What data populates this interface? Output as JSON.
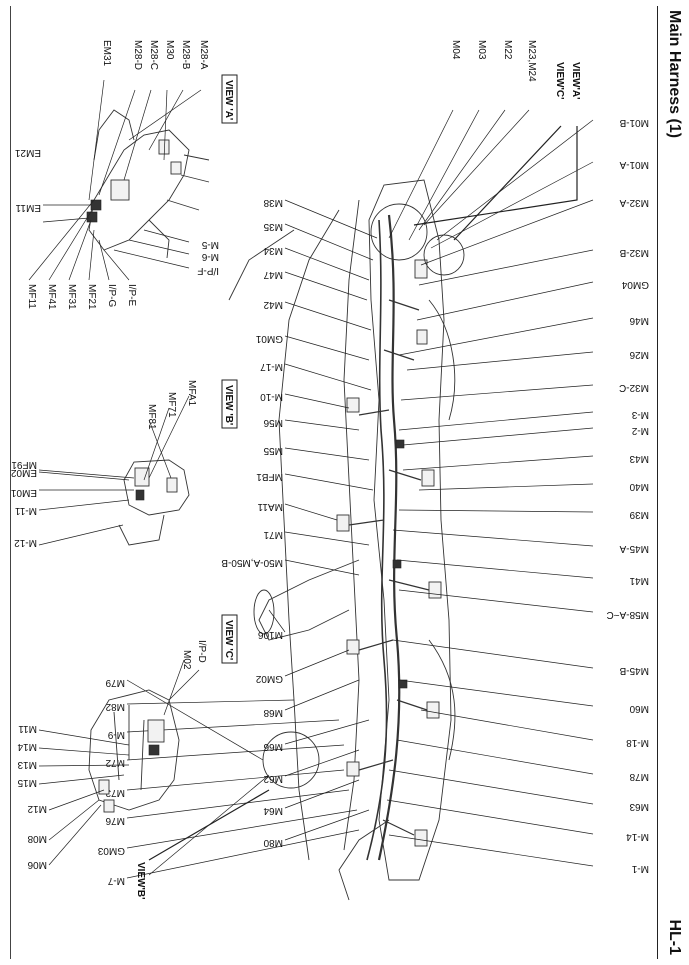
{
  "header": {
    "title": "Main Harness (1)",
    "code": "HL-1"
  },
  "view_boxes": {
    "view_a": "VIEW 'A'",
    "view_b": "VIEW 'B'",
    "view_c": "VIEW 'C'"
  },
  "pointers": {
    "view_a": "VIEW'A'",
    "view_b": "VIEW'B'",
    "view_c": "VIEW'C'"
  },
  "main_labels": {
    "top_row": [
      "M01-B",
      "M01-A",
      "M32-A",
      "M32-B",
      "GM04",
      "M46",
      "M26",
      "M32-C",
      "M-3",
      "M-2",
      "M43",
      "M40",
      "M39",
      "M45-A",
      "M41",
      "M58-A~C",
      "M45-B",
      "M60",
      "M-18",
      "M78",
      "M63",
      "M-14",
      "M-1"
    ],
    "top_left": [
      "M23,M24",
      "M22",
      "M03",
      "M04"
    ],
    "middle_row": [
      "M38",
      "M35",
      "M34",
      "M47",
      "M42",
      "GM01",
      "M-17",
      "M-10",
      "M56",
      "M55",
      "MFB1",
      "MA11",
      "M71",
      "M50-A,M50-B",
      "M106",
      "GM02",
      "M68",
      "M66",
      "M62",
      "M64",
      "M80"
    ],
    "bottom_right": [
      "M-7",
      "GM03",
      "M76",
      "M73",
      "M72",
      "M-9",
      "M82",
      "M79"
    ]
  },
  "view_a_labels": {
    "top": [
      "M28-A",
      "M28-B",
      "M30",
      "M28-C",
      "M28-D",
      "EM31"
    ],
    "left": [
      "EM21",
      "EM11"
    ],
    "right_top": [
      "M-5",
      "M-6",
      "I/P-F"
    ],
    "right_bottom": [
      "I/P-E",
      "I/P-G",
      "MF21",
      "MF31",
      "MF41",
      "MF11"
    ]
  },
  "view_b_labels": {
    "top": [
      "MFA1",
      "MF71",
      "MF81"
    ],
    "left": [
      "MF91"
    ],
    "right": [
      "M-12",
      "M-11",
      "EM01",
      "EM02"
    ]
  },
  "view_c_labels": {
    "top": [
      "I/P-D",
      "M02"
    ],
    "right": [
      "M11",
      "M14",
      "M13",
      "M15",
      "M12",
      "M08",
      "M06"
    ]
  }
}
